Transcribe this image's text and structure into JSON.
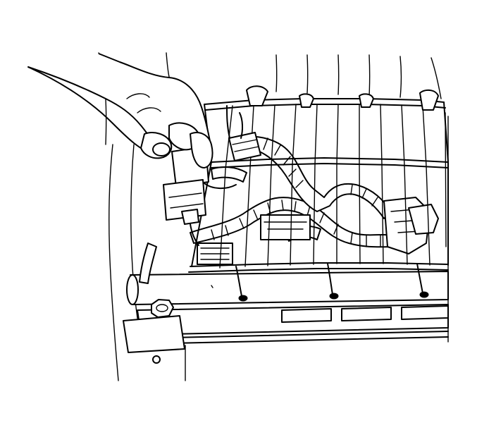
{
  "figure": {
    "kind": "line-art technical illustration",
    "ink_color": "#000000",
    "background_color": "#ffffff",
    "parts": [
      "hand",
      "electrical-connector",
      "wiring-harness",
      "wire-rack-shelf",
      "mounting-rail",
      "mounting-bolt",
      "support-bracket",
      "shelf-clips"
    ]
  }
}
